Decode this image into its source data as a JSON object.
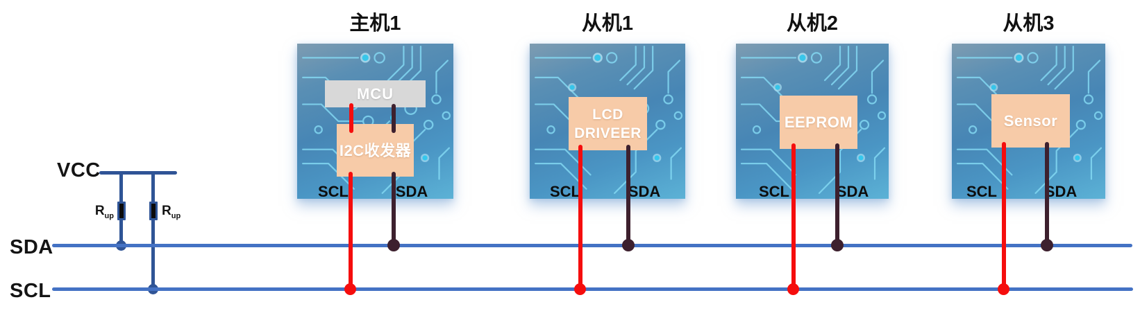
{
  "power": {
    "vcc_label": "VCC",
    "pullup_resistor_label": {
      "base": "R",
      "sub": "up"
    }
  },
  "buses": {
    "sda": {
      "label": "SDA"
    },
    "scl": {
      "label": "SCL"
    }
  },
  "devices": [
    {
      "role": "master",
      "title": "主机1",
      "mcu_label": "MCU",
      "transceiver_label": "I2C收发器",
      "scl_pin": "SCL",
      "sda_pin": "SDA"
    },
    {
      "role": "slave",
      "title": "从机1",
      "chip_line1": "LCD",
      "chip_line2": "DRIVEER",
      "scl_pin": "SCL",
      "sda_pin": "SDA"
    },
    {
      "role": "slave",
      "title": "从机2",
      "chip_label": "EEPROM",
      "scl_pin": "SCL",
      "sda_pin": "SDA"
    },
    {
      "role": "slave",
      "title": "从机3",
      "chip_label": "Sensor",
      "scl_pin": "SCL",
      "sda_pin": "SDA"
    }
  ],
  "colors": {
    "bus_line": "#4472C4",
    "vcc_rail": "#2F5496",
    "scl_wire": "#F50D0D",
    "sda_wire": "#3D202E",
    "chip_fill": "#F7CBA8",
    "mcu_fill": "#D8D8D8",
    "pcb_trace": "#86DCF5"
  }
}
